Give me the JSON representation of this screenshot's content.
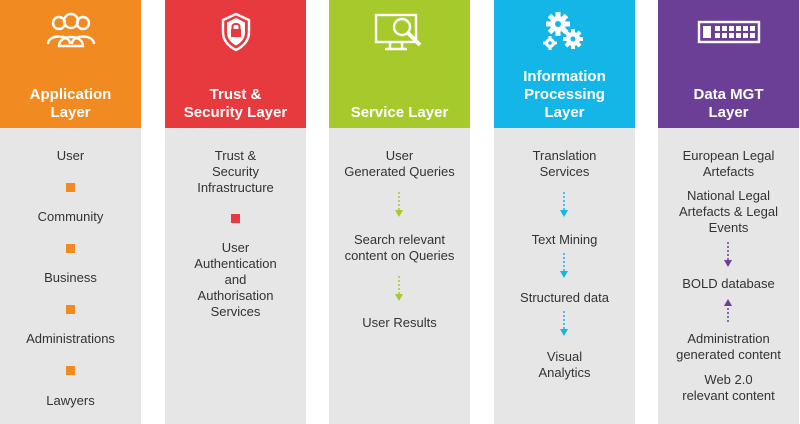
{
  "colors": {
    "application": "#f18a20",
    "trust": "#e63a3f",
    "service": "#a6ca2b",
    "information": "#14b6e8",
    "data": "#6b3f95",
    "panel": "#e6e6e6"
  },
  "columns": [
    {
      "title": "Application\nLayer",
      "icon": "users-icon",
      "items": [
        "User",
        "Community",
        "Business",
        "Administrations",
        "Lawyers"
      ]
    },
    {
      "title": "Trust &\nSecurity Layer",
      "icon": "shield-lock-icon",
      "items": [
        "Trust &\nSecurity\nInfrastructure",
        "User\nAuthentication\nand\nAuthorisation\nServices"
      ]
    },
    {
      "title": "Service Layer",
      "icon": "monitor-search-icon",
      "items": [
        "User\nGenerated Queries",
        "Search relevant\ncontent on Queries",
        "User Results"
      ]
    },
    {
      "title": "Information\nProcessing\nLayer",
      "icon": "gears-icon",
      "items": [
        "Translation\nServices",
        "Text Mining",
        "Structured data",
        "Visual\nAnalytics"
      ]
    },
    {
      "title": "Data MGT\nLayer",
      "icon": "server-icon",
      "items": [
        "European Legal\nArtefacts",
        "National Legal\nArtefacts & Legal\nEvents",
        "BOLD database",
        "Administration\ngenerated content",
        "Web 2.0\nrelevant content"
      ]
    }
  ]
}
